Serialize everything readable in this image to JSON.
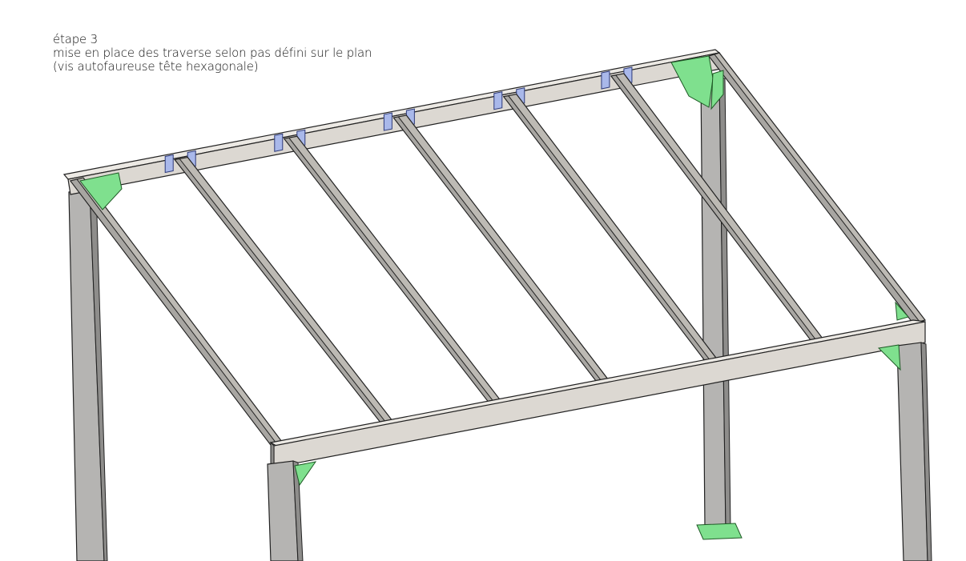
{
  "caption": {
    "line1": "étape 3",
    "line2": "mise en place des traverse selon pas défini sur le plan",
    "line3": "(vis autofaureuse tête hexagonale)"
  },
  "colors": {
    "gusset": "#7fe08e",
    "bracket": "#a9b8ea",
    "beam": "#dcd8d2",
    "post": "#b5b4b2"
  },
  "traverse_count": 5
}
